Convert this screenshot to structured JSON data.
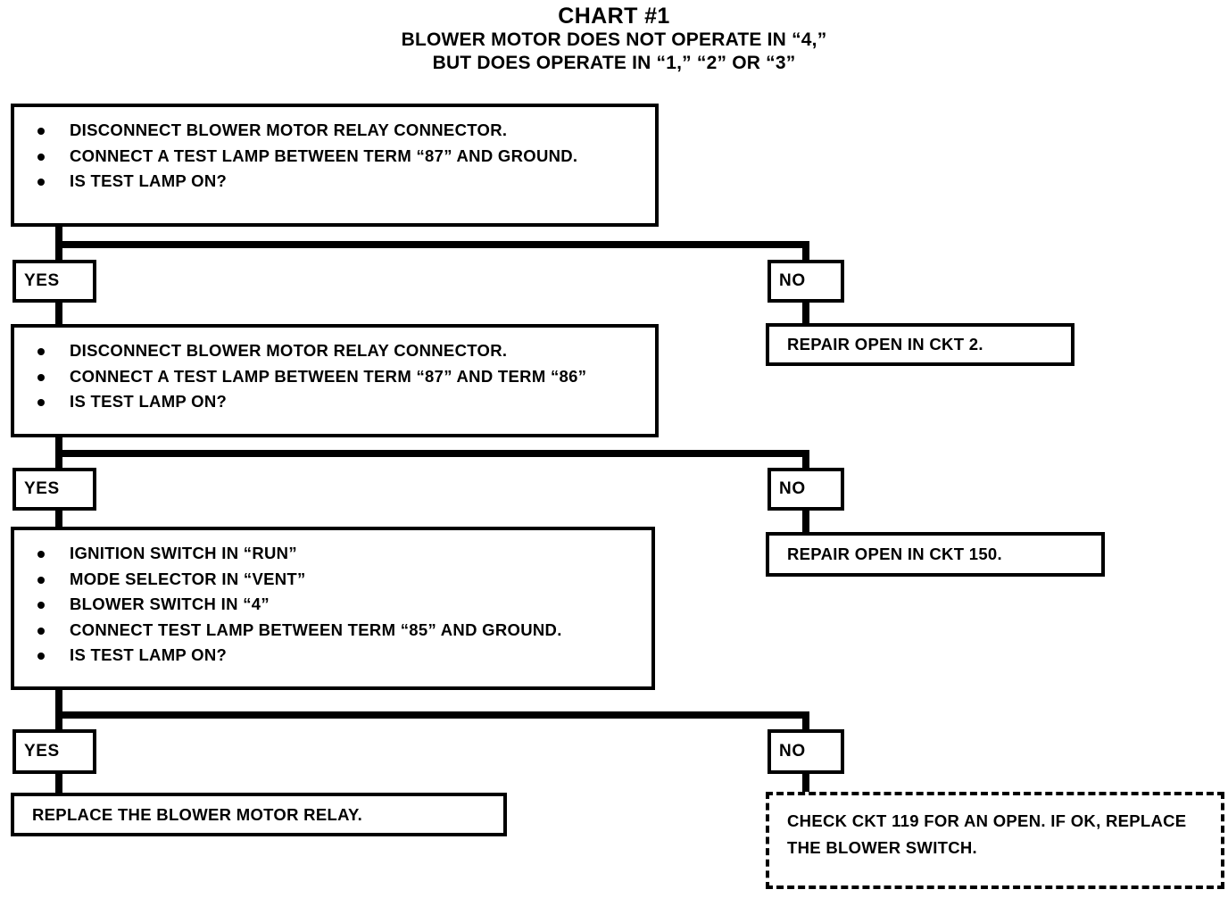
{
  "title": {
    "main": "CHART #1",
    "line2": "BLOWER MOTOR DOES NOT OPERATE IN “4,”",
    "line3": "BUT DOES OPERATE IN “1,” “2” OR “3”"
  },
  "labels": {
    "yes": "YES",
    "no": "NO"
  },
  "steps": [
    {
      "id": "step-1",
      "bullets": [
        "DISCONNECT BLOWER MOTOR RELAY CONNECTOR.",
        "CONNECT A TEST LAMP BETWEEN TERM “87” AND GROUND.",
        "IS TEST LAMP ON?"
      ],
      "yes_label": "YES",
      "no_label": "NO",
      "no_result": "REPAIR OPEN IN CKT 2."
    },
    {
      "id": "step-2",
      "bullets": [
        "DISCONNECT BLOWER MOTOR RELAY CONNECTOR.",
        "CONNECT A TEST LAMP BETWEEN TERM “87” AND TERM “86”",
        "IS TEST LAMP ON?"
      ],
      "yes_label": "YES",
      "no_label": "NO",
      "no_result": "REPAIR OPEN IN CKT 150."
    },
    {
      "id": "step-3",
      "bullets": [
        "IGNITION SWITCH IN “RUN”",
        "MODE SELECTOR IN “VENT”",
        "BLOWER SWITCH IN “4”",
        "CONNECT TEST LAMP BETWEEN TERM “85” AND GROUND.",
        "IS TEST LAMP ON?"
      ],
      "yes_label": "YES",
      "no_label": "NO",
      "yes_result": "REPLACE THE BLOWER MOTOR RELAY.",
      "no_result": "CHECK CKT 119 FOR AN OPEN. IF OK, REPLACE THE BLOWER SWITCH."
    }
  ],
  "colors": {
    "ink": "#000000",
    "paper": "#ffffff"
  }
}
